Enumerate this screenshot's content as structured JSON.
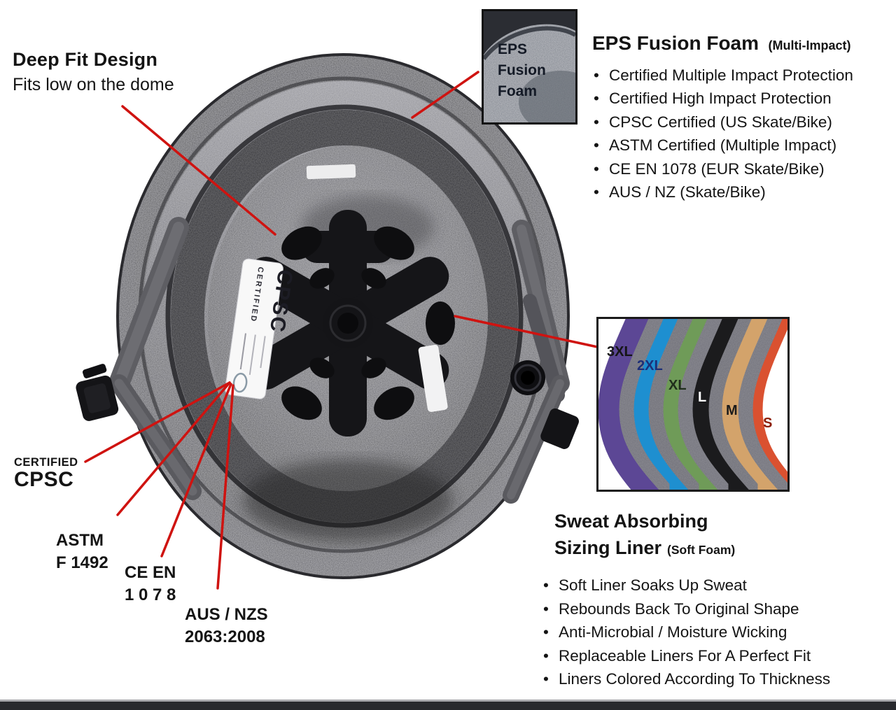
{
  "deep_fit": {
    "title": "Deep Fit Design",
    "subtitle": "Fits low on the dome"
  },
  "eps_inset_label": {
    "line1": "EPS",
    "line2": "Fusion",
    "line3": "Foam"
  },
  "eps_section": {
    "title": "EPS Fusion Foam",
    "title_suffix": "(Multi-Impact)",
    "bullets": [
      "Certified Multiple Impact Protection",
      "Certified High Impact Protection",
      "CPSC Certified (US Skate/Bike)",
      "ASTM Certified (Multiple Impact)",
      "CE EN 1078 (EUR Skate/Bike)",
      "AUS / NZ (Skate/Bike)"
    ]
  },
  "sticker": {
    "top": "CERTIFIED",
    "main": "CPSC"
  },
  "certifications": [
    {
      "line1": "CERTIFIED",
      "line2": "CPSC"
    },
    {
      "line1": "ASTM",
      "line2": "F 1492"
    },
    {
      "line1": "CE EN",
      "line2": "1 0 7 8"
    },
    {
      "line1": "AUS / NZS",
      "line2": "2063:2008"
    }
  ],
  "sizing_inset": {
    "sizes": [
      {
        "label": "3XL",
        "color": "#5c4795",
        "text_color": "#151515"
      },
      {
        "label": "2XL",
        "color": "#1e8fd0",
        "text_color": "#1d2f77"
      },
      {
        "label": "XL",
        "color": "#6f9b58",
        "text_color": "#202e1c"
      },
      {
        "label": "L",
        "color": "#1b1b1d",
        "text_color": "#ffffff"
      },
      {
        "label": "M",
        "color": "#d3a36b",
        "text_color": "#1b1b1b"
      },
      {
        "label": "S",
        "color": "#da5130",
        "text_color": "#8c1d04"
      }
    ]
  },
  "sweat_section": {
    "title_line1": "Sweat Absorbing",
    "title_line2": "Sizing Liner",
    "title_suffix": "(Soft Foam)",
    "bullets": [
      "Soft Liner Soaks Up Sweat",
      "Rebounds Back To Original Shape",
      "Anti-Microbial / Moisture Wicking",
      "Replaceable Liners For A Perfect Fit",
      "Liners Colored According To Thickness"
    ]
  },
  "colors": {
    "annotation_line": "#cf1310",
    "text": "#141414",
    "bottom_bar": "#28292d",
    "shell_grey": "#4a4a4f",
    "pad_black": "#151518",
    "sticker_white": "#f8f8f8"
  }
}
